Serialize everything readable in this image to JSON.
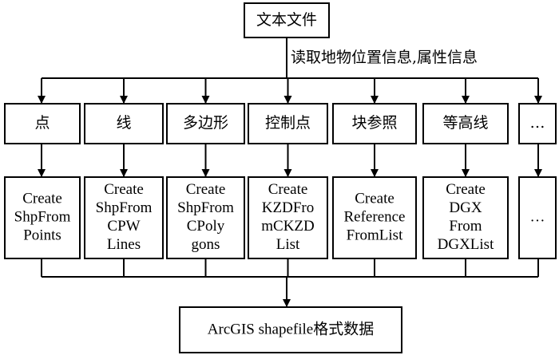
{
  "source": {
    "label": "文本文件"
  },
  "read_label": "读取地物位置信息,属性信息",
  "categories": [
    {
      "label": "点",
      "function": [
        "Create",
        "ShpFrom",
        "Points"
      ]
    },
    {
      "label": "线",
      "function": [
        "Create",
        "ShpFrom",
        "CPW",
        "Lines"
      ]
    },
    {
      "label": "多边形",
      "function": [
        "Create",
        "ShpFrom",
        "CPoly",
        "gons"
      ]
    },
    {
      "label": "控制点",
      "function": [
        "Create",
        "KZDFro",
        "mCKZD",
        "List"
      ]
    },
    {
      "label": "块参照",
      "function": [
        "Create",
        "Reference",
        "FromList"
      ]
    },
    {
      "label": "等高线",
      "function": [
        "Create",
        "DGX",
        "From",
        "DGXList"
      ]
    },
    {
      "label": "…",
      "function": [
        "…"
      ]
    }
  ],
  "output": {
    "label": "ArcGIS shapefile格式数据"
  }
}
